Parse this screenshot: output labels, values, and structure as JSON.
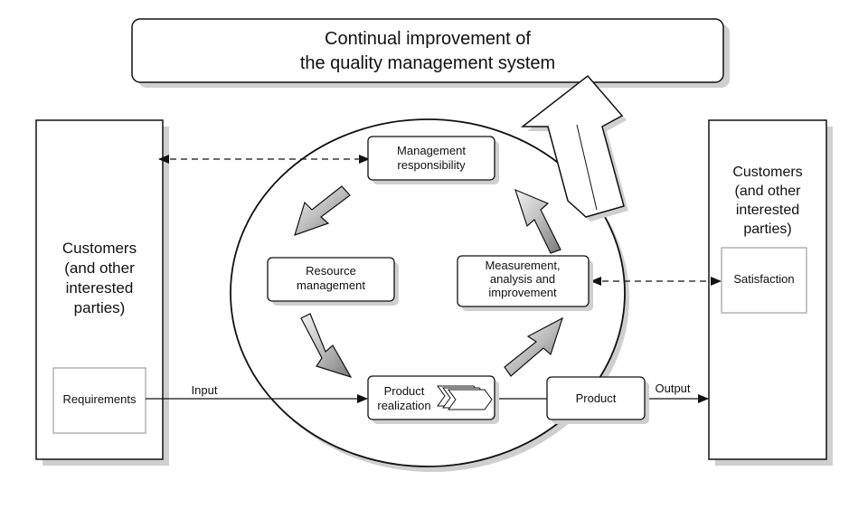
{
  "title": {
    "line1": "Continual improvement of",
    "line2": "the quality management system"
  },
  "left_party": {
    "lines": [
      "Customers",
      "(and other",
      "interested",
      "parties)"
    ],
    "inner_box": "Requirements"
  },
  "right_party": {
    "lines": [
      "Customers",
      "(and other",
      "interested",
      "parties)"
    ],
    "inner_box": "Satisfaction"
  },
  "processes": {
    "management": [
      "Management",
      "responsibility"
    ],
    "resource": [
      "Resource",
      "management"
    ],
    "measurement": [
      "Measurement,",
      "analysis and",
      "improvement"
    ],
    "realization": [
      "Product",
      "realization"
    ],
    "product": "Product"
  },
  "flows": {
    "input": "Input",
    "output": "Output"
  },
  "colors": {
    "stroke": "#111111",
    "shadow": "#cfcfcf",
    "cycle_arrow_light": "#e8e8e8",
    "cycle_arrow_dark": "#8a8a8a",
    "inner_box_border": "#a0a0a0"
  }
}
